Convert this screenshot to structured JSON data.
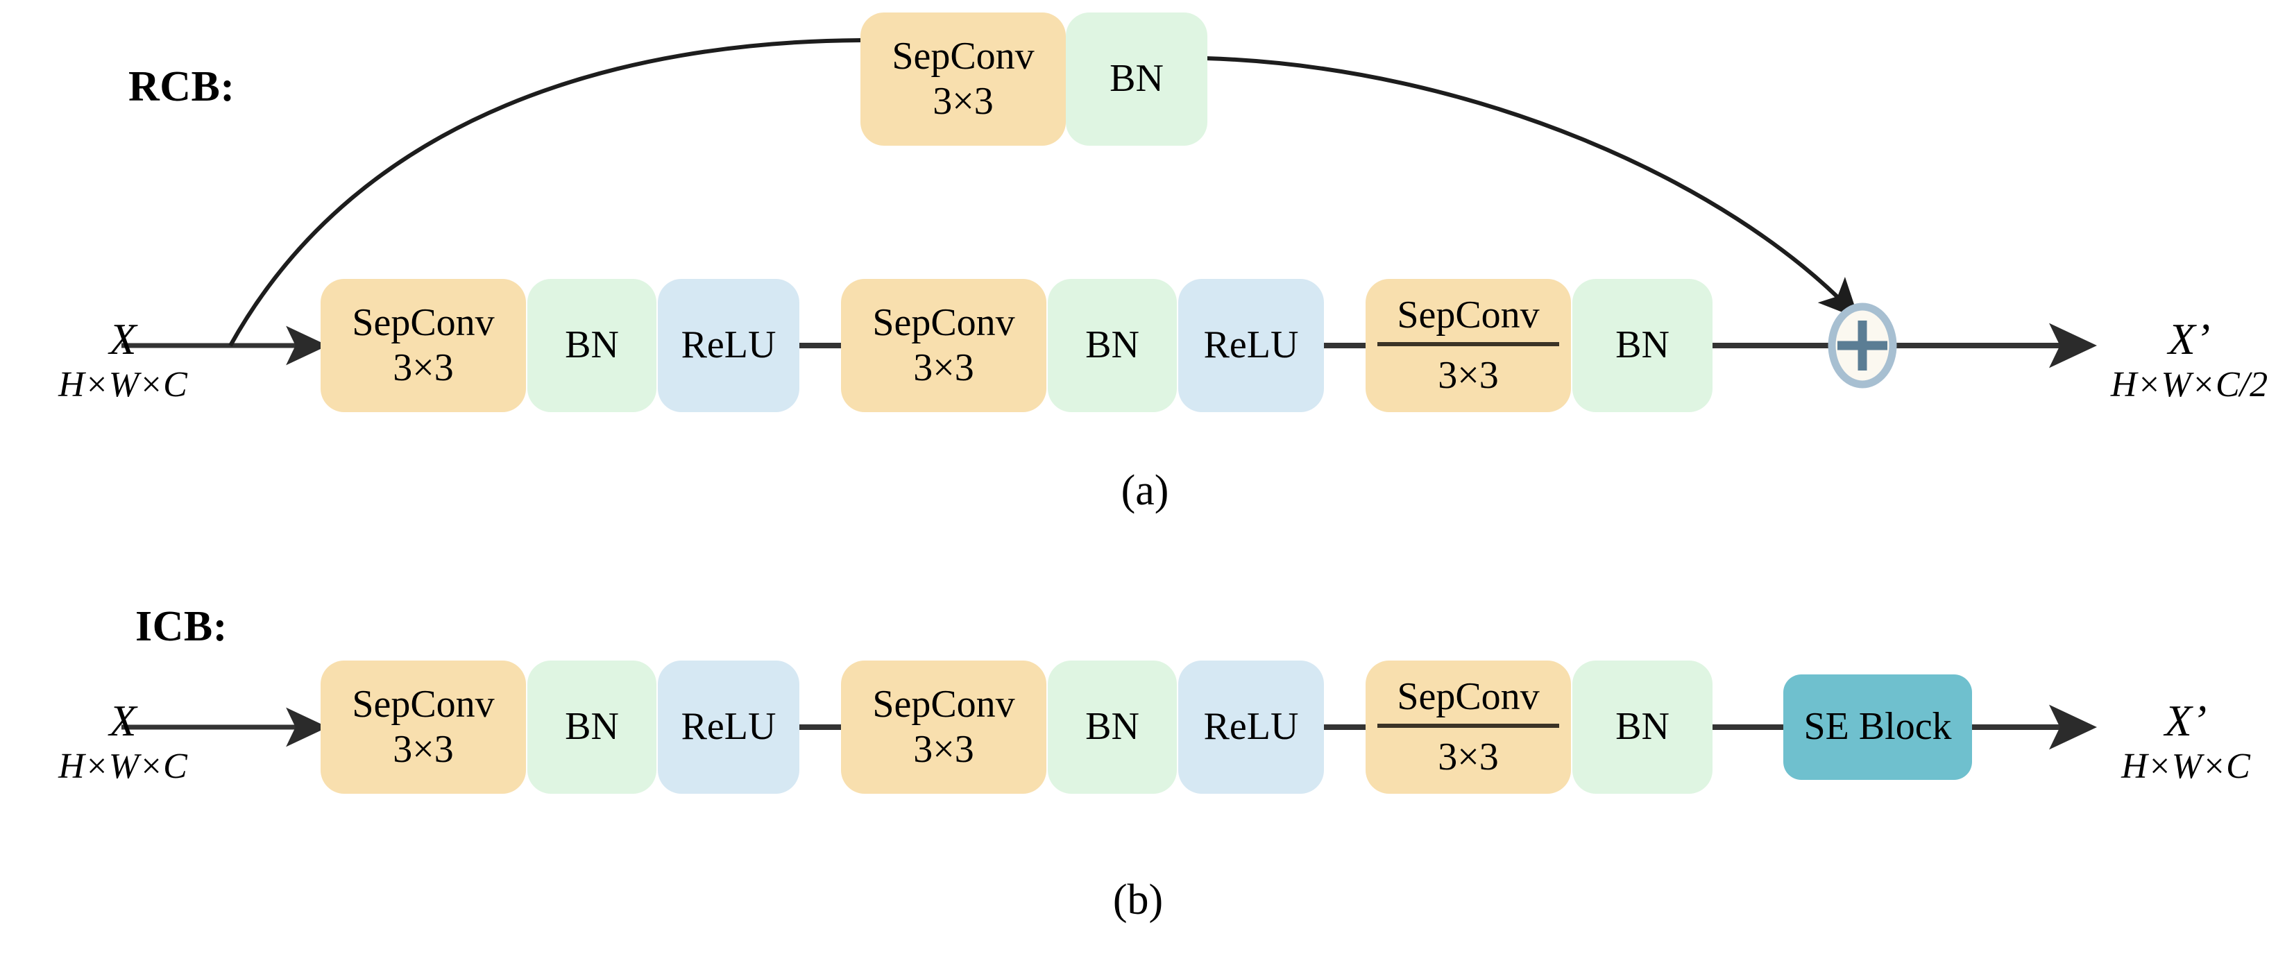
{
  "figure": {
    "background": "#ffffff",
    "colors": {
      "sepconv": "#F8DFAE",
      "bn": "#DFF5E2",
      "relu": "#D6E8F3",
      "se_block": "#6FC0CE",
      "wire": "#333333",
      "sum_ring": "#9FB8CC",
      "sum_fill": "#FBF8F0",
      "sum_plus": "#5B7D94"
    },
    "captions": [
      {
        "id": "a",
        "text": "(a)"
      },
      {
        "id": "b",
        "text": "(b)"
      }
    ]
  },
  "rcb": {
    "title": "RCB:",
    "input": {
      "symbol": "X",
      "dims": "H×W×C"
    },
    "output": {
      "symbol": "X’",
      "dims": "H×W×C/2"
    },
    "shortcut_branch": [
      {
        "type": "sepconv",
        "line1": "SepConv",
        "line2": "3×3",
        "strided": false
      },
      {
        "type": "bn",
        "line1": "BN",
        "line2": ""
      }
    ],
    "main_branch": [
      {
        "type": "sepconv",
        "line1": "SepConv",
        "line2": "3×3",
        "strided": false
      },
      {
        "type": "bn",
        "line1": "BN",
        "line2": ""
      },
      {
        "type": "relu",
        "line1": "ReLU",
        "line2": ""
      },
      {
        "type": "sepconv",
        "line1": "SepConv",
        "line2": "3×3",
        "strided": false
      },
      {
        "type": "bn",
        "line1": "BN",
        "line2": ""
      },
      {
        "type": "relu",
        "line1": "ReLU",
        "line2": ""
      },
      {
        "type": "sepconv",
        "line1": "SepConv",
        "line2": "3×3",
        "strided": true
      },
      {
        "type": "bn",
        "line1": "BN",
        "line2": ""
      }
    ],
    "merge": {
      "operator": "+",
      "name": "element-wise addition"
    }
  },
  "icb": {
    "title": "ICB:",
    "input": {
      "symbol": "X",
      "dims": "H×W×C"
    },
    "output": {
      "symbol": "X’",
      "dims": "H×W×C"
    },
    "main_branch": [
      {
        "type": "sepconv",
        "line1": "SepConv",
        "line2": "3×3",
        "strided": false
      },
      {
        "type": "bn",
        "line1": "BN",
        "line2": ""
      },
      {
        "type": "relu",
        "line1": "ReLU",
        "line2": ""
      },
      {
        "type": "sepconv",
        "line1": "SepConv",
        "line2": "3×3",
        "strided": false
      },
      {
        "type": "bn",
        "line1": "BN",
        "line2": ""
      },
      {
        "type": "relu",
        "line1": "ReLU",
        "line2": ""
      },
      {
        "type": "sepconv",
        "line1": "SepConv",
        "line2": "3×3",
        "strided": true
      },
      {
        "type": "bn",
        "line1": "BN",
        "line2": ""
      },
      {
        "type": "se",
        "line1": "SE Block",
        "line2": ""
      }
    ]
  }
}
